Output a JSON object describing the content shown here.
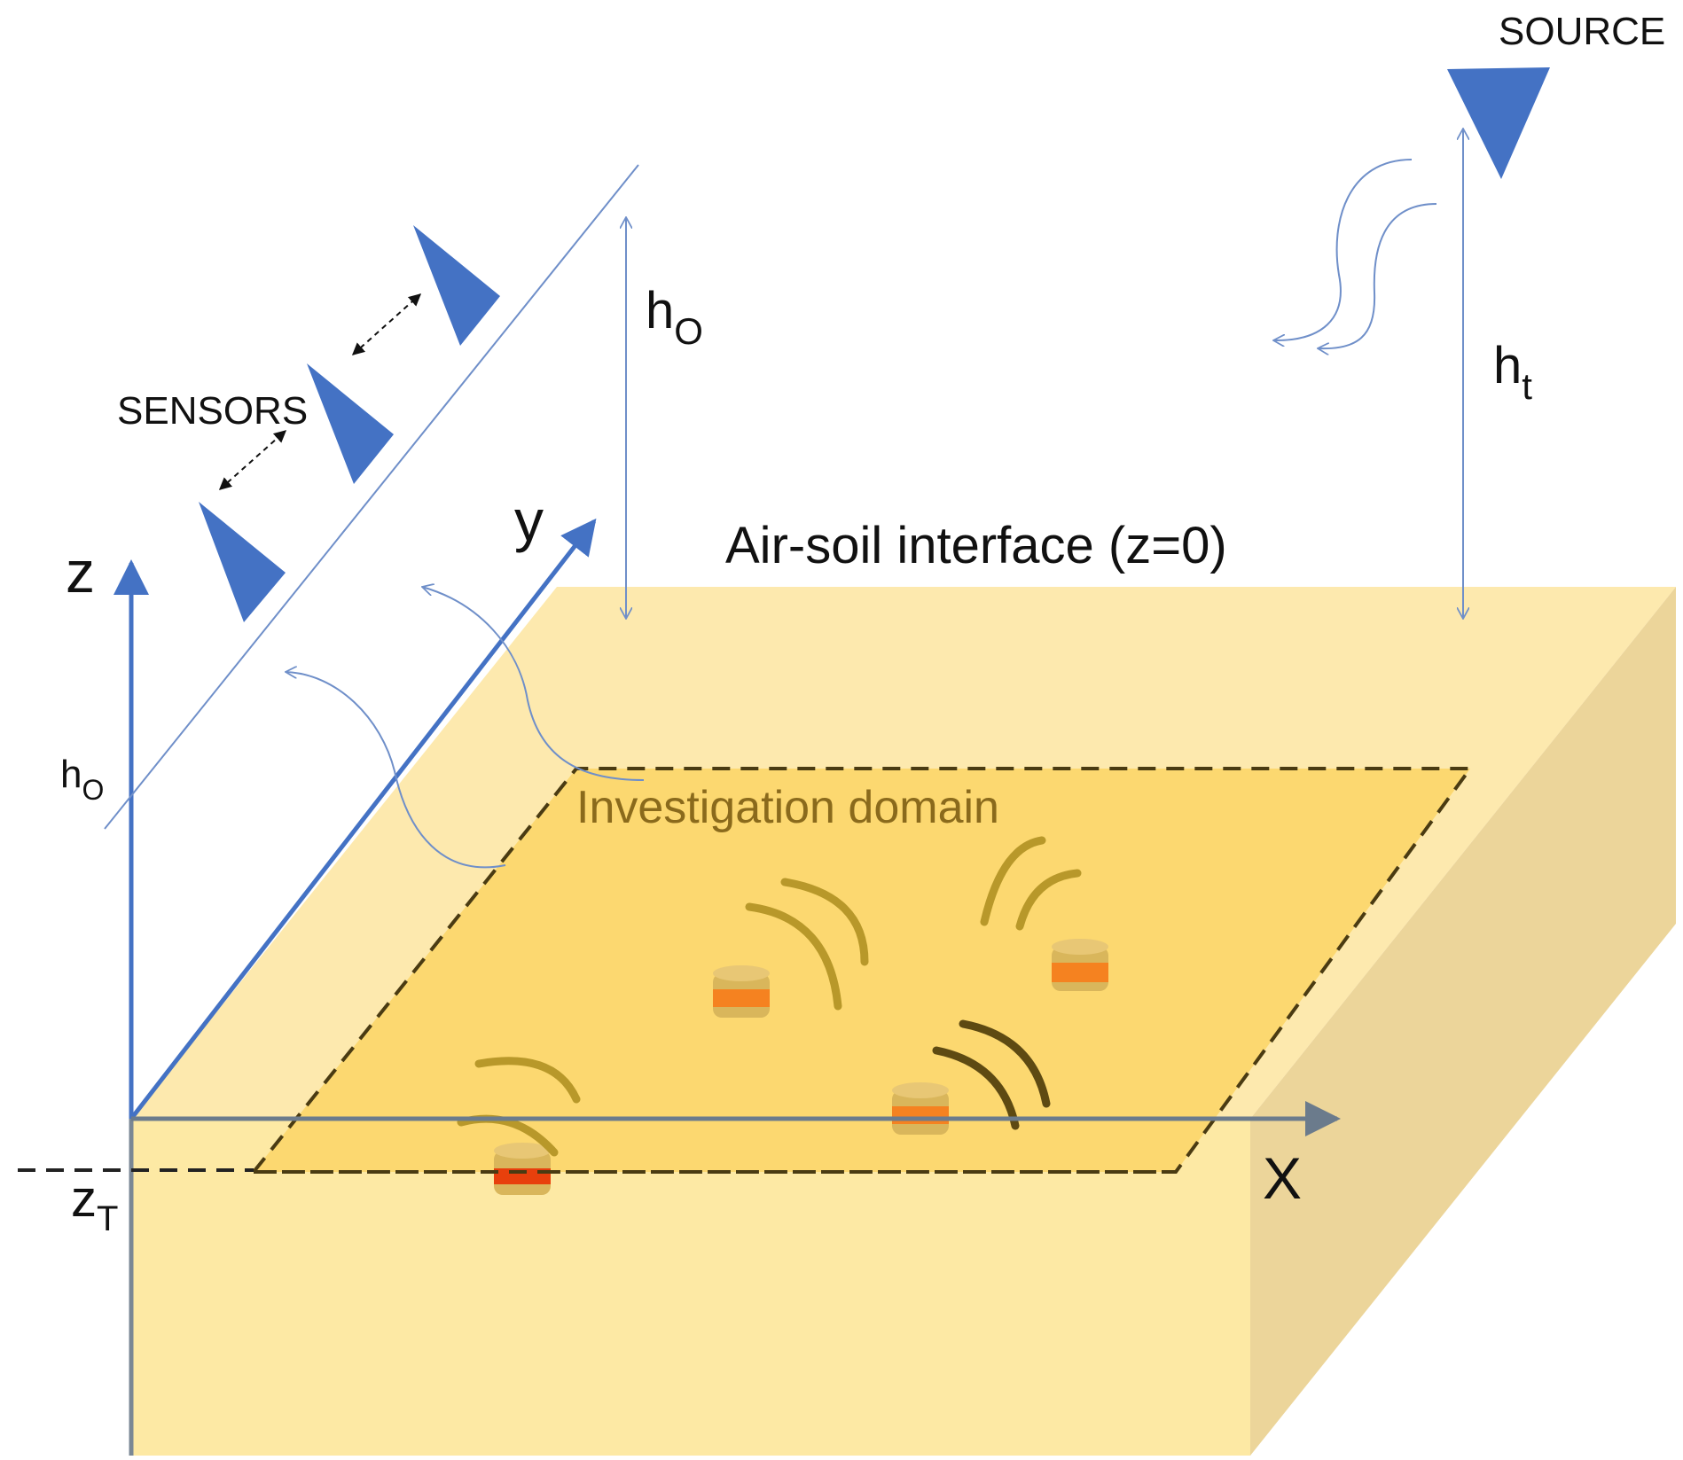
{
  "labels": {
    "source": "SOURCE",
    "sensors": "SENSORS",
    "h_o_top": "h",
    "h_o_top_sub": "O",
    "h_t": "h",
    "h_t_sub": "t",
    "interface": "Air-soil interface (z=0)",
    "y_axis": "y",
    "z_axis": "z",
    "x_axis": "X",
    "h_o_left": "h",
    "h_o_left_sub": "O",
    "z_t": "z",
    "z_t_sub": "T",
    "domain": "Investigation domain"
  },
  "colors": {
    "soil_top": "#fde9ae",
    "soil_front": "#fde9a4",
    "soil_side": "#ecd59a",
    "domain_fill": "#fcd870",
    "axis_blue": "#4472c4",
    "antenna_blue": "#4472c4",
    "target_orange": "#f58220",
    "target_red": "#e8400c",
    "wave_gold": "#b8982a",
    "wave_dark": "#5e4a12"
  }
}
